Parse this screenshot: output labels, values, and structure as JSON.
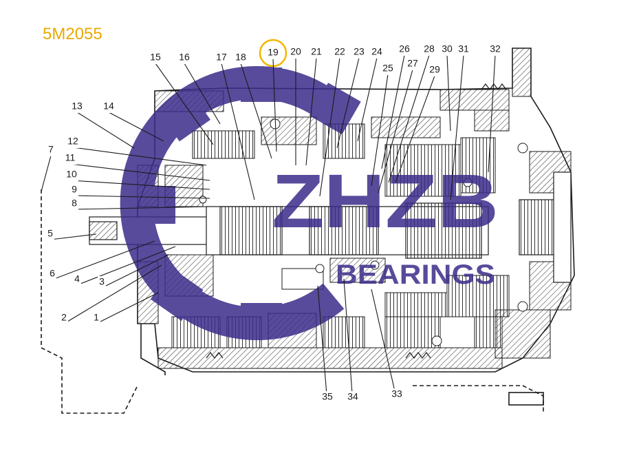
{
  "title": "5M2055",
  "highlight_label": "19",
  "watermark": {
    "brand": "ZHZB",
    "sub": "BEARINGS",
    "color": "#3b2c8a"
  },
  "colors": {
    "title": "#e8a900",
    "highlight_ring": "#f2b700",
    "line": "#1a1a1a",
    "hatch": "#444444"
  },
  "callouts": [
    "1",
    "2",
    "3",
    "4",
    "5",
    "6",
    "7",
    "8",
    "9",
    "10",
    "11",
    "12",
    "13",
    "14",
    "15",
    "16",
    "17",
    "18",
    "19",
    "20",
    "21",
    "22",
    "23",
    "24",
    "25",
    "26",
    "27",
    "28",
    "29",
    "30",
    "31",
    "32",
    "33",
    "34",
    "35"
  ]
}
